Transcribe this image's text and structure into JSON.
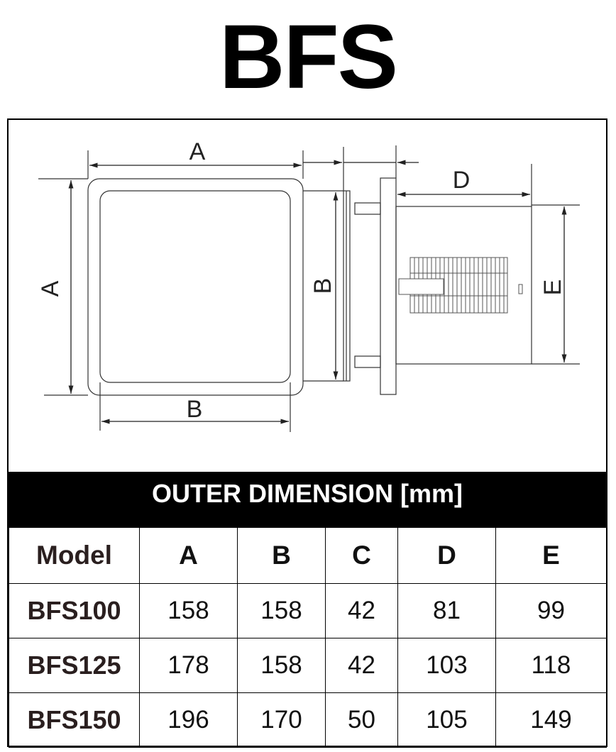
{
  "title": "BFS",
  "drawing": {
    "labels": {
      "front_width": "A",
      "front_height": "A",
      "inner_width": "B",
      "inner_height": "B",
      "depth": "D",
      "body_height": "E"
    }
  },
  "table": {
    "banner": "OUTER DIMENSION [mm]",
    "headers": [
      "Model",
      "A",
      "B",
      "C",
      "D",
      "E"
    ],
    "rows": [
      [
        "BFS100",
        "158",
        "158",
        "42",
        "81",
        "99"
      ],
      [
        "BFS125",
        "178",
        "158",
        "42",
        "103",
        "118"
      ],
      [
        "BFS150",
        "196",
        "170",
        "50",
        "105",
        "149"
      ]
    ]
  },
  "colors": {
    "line": "#333333",
    "banner_bg": "#000000",
    "banner_text": "#ffffff"
  }
}
